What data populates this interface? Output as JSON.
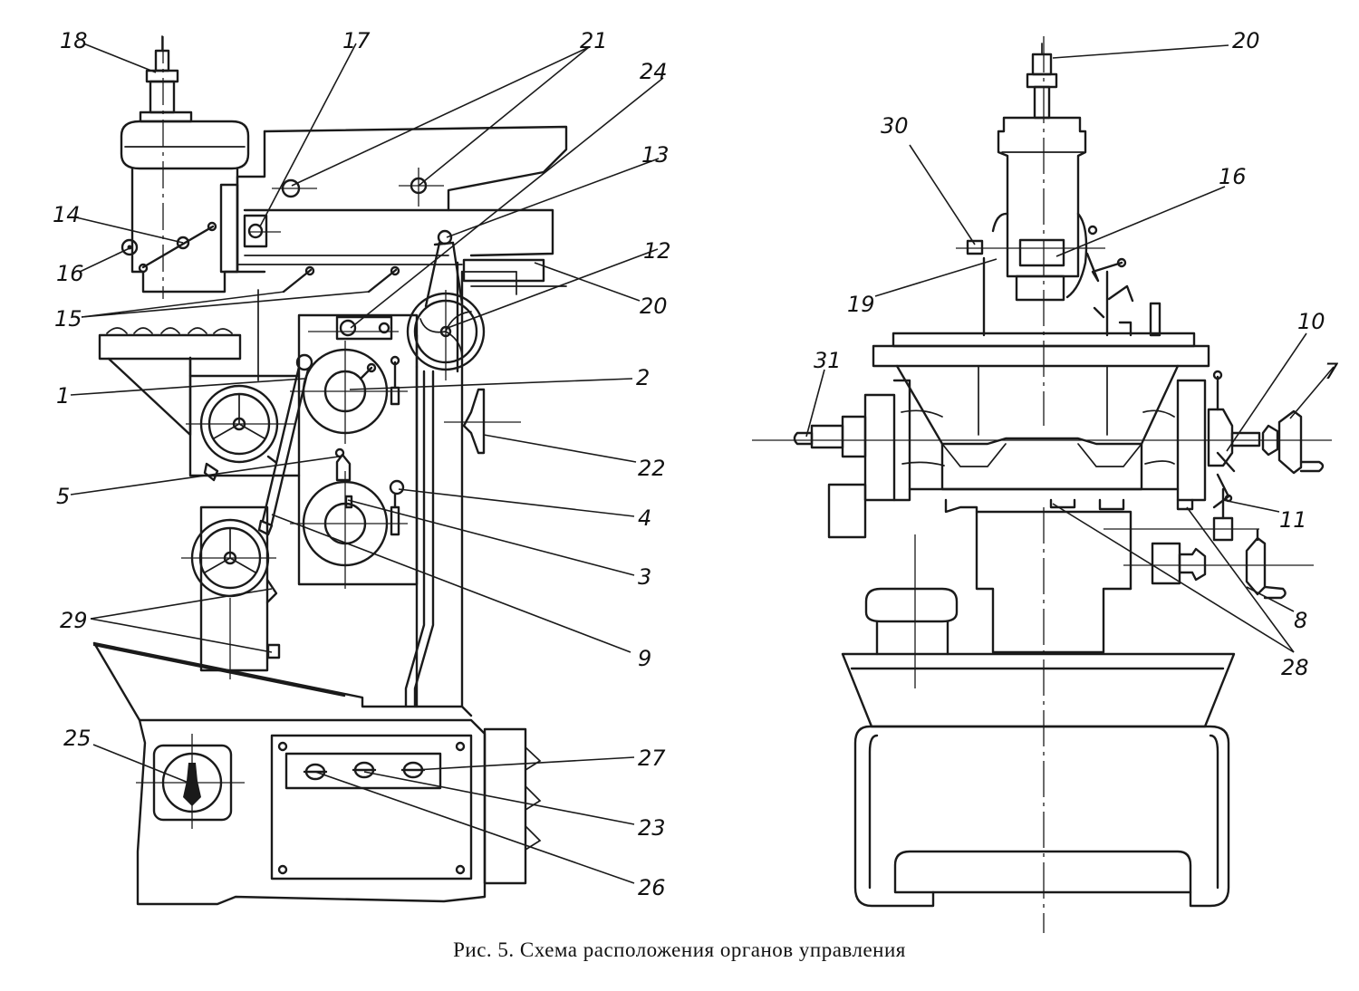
{
  "figure": {
    "caption": "Рис. 5. Схема расположения органов управления",
    "callouts_left": {
      "c18": "18",
      "c17": "17",
      "c21": "21",
      "c24": "24",
      "c13": "13",
      "c14": "14",
      "c16": "16",
      "c15": "15",
      "c12": "12",
      "c20": "20",
      "c1": "1",
      "c2": "2",
      "c22": "22",
      "c5": "5",
      "c4": "4",
      "c3": "3",
      "c29": "29",
      "c9": "9",
      "c25": "25",
      "c27": "27",
      "c23": "23",
      "c26": "26"
    },
    "callouts_right": {
      "c20": "20",
      "c30": "30",
      "c16": "16",
      "c19": "19",
      "c10": "10",
      "c31": "31",
      "c7": "7",
      "c11": "11",
      "c8": "8",
      "c28": "28"
    }
  }
}
